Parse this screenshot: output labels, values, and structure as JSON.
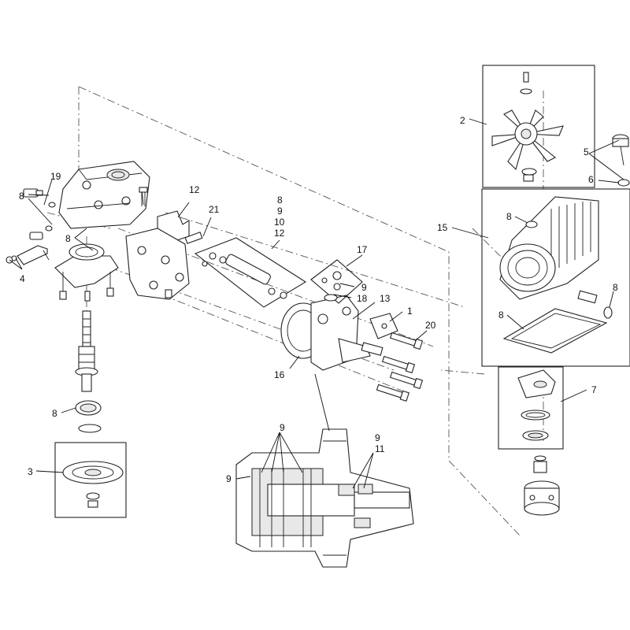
{
  "callouts": {
    "c1": "1",
    "c2": "2",
    "c3": "3",
    "c4": "4",
    "c5": "5",
    "c6": "6",
    "c7": "7",
    "c8a": "8",
    "c8b": "8",
    "c8c": "8",
    "c8d": "8",
    "c8e": "8",
    "c8f": "8",
    "c9a": "9",
    "c9b": "9",
    "c9c": "9",
    "c9d": "9",
    "c10": "10",
    "c11": "11",
    "c12a": "12",
    "c12b": "12",
    "c13": "13",
    "c15": "15",
    "c16": "16",
    "c17": "17",
    "c18": "18",
    "c19": "19",
    "c20": "20",
    "c21": "21",
    "group": [
      "8",
      "9",
      "10",
      "12"
    ]
  }
}
